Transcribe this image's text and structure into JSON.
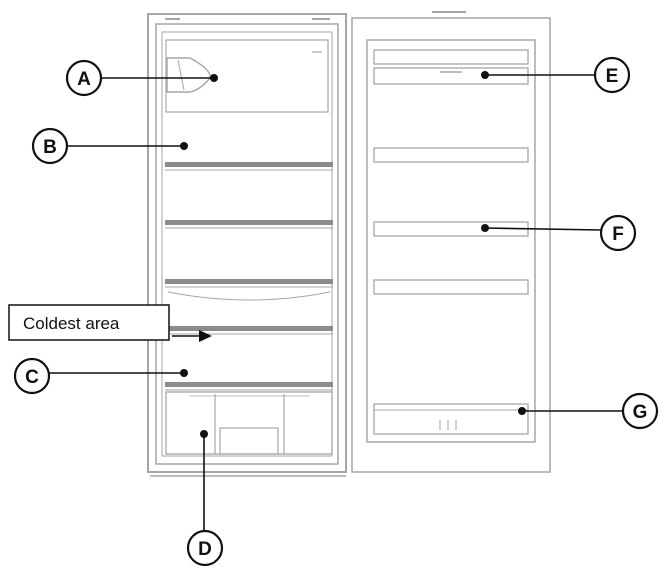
{
  "callouts": {
    "a": "A",
    "b": "B",
    "c": "C",
    "d": "D",
    "e": "E",
    "f": "F",
    "g": "G"
  },
  "note": {
    "label": "Coldest area"
  },
  "colors": {
    "outline": "#a6a6a6",
    "shelf": "#8c8c8c",
    "ink": "#111111"
  }
}
